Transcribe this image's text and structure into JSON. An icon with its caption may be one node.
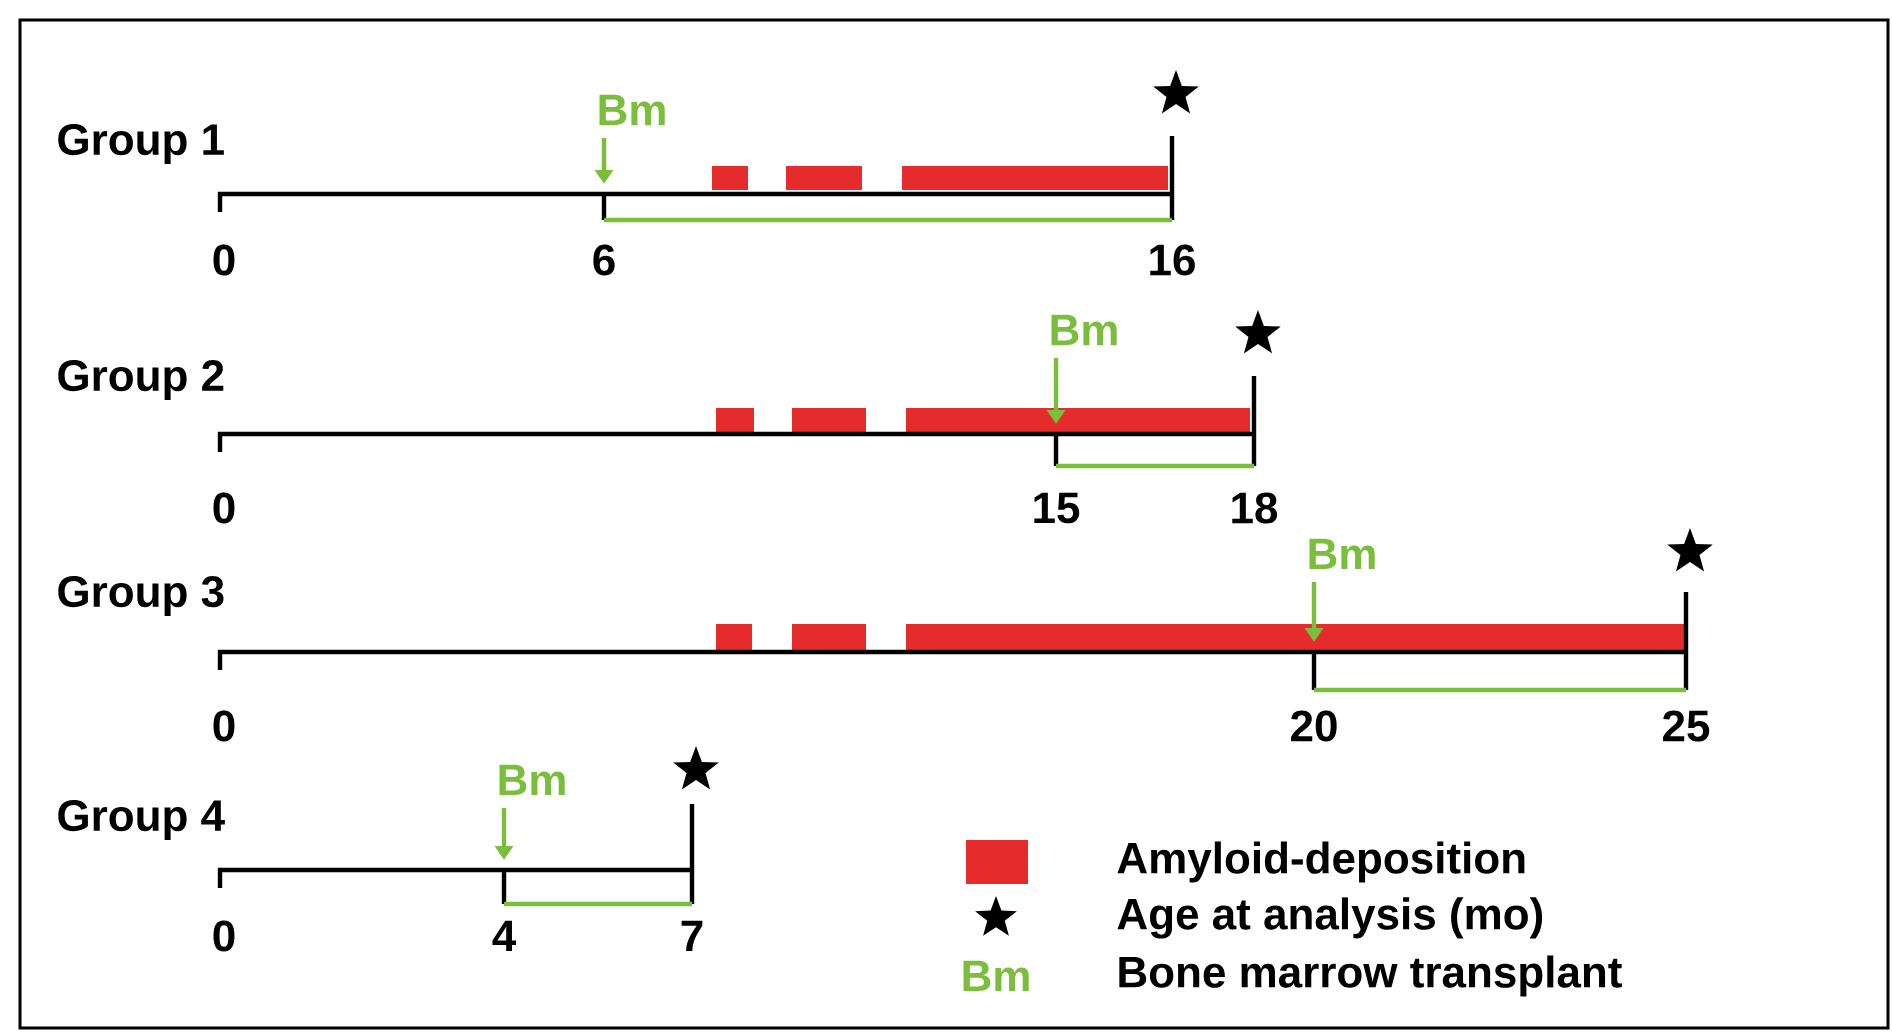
{
  "diagram": {
    "labels": [
      "Group 1",
      "Bm",
      "0",
      "6",
      "16",
      "Group 2",
      "Bm",
      "0",
      "15",
      "18",
      "Group 3",
      "Bm",
      "0",
      "20",
      "25",
      "Group 4",
      "Bm",
      "0",
      "4",
      "7",
      "Bm"
    ],
    "legend": [
      {
        "text": "Amyloid-deposition",
        "color": "#e52b2b"
      },
      {
        "text": "Age at analysis (mo)"
      },
      {
        "text": "Bone marrow transplant"
      }
    ]
  }
}
